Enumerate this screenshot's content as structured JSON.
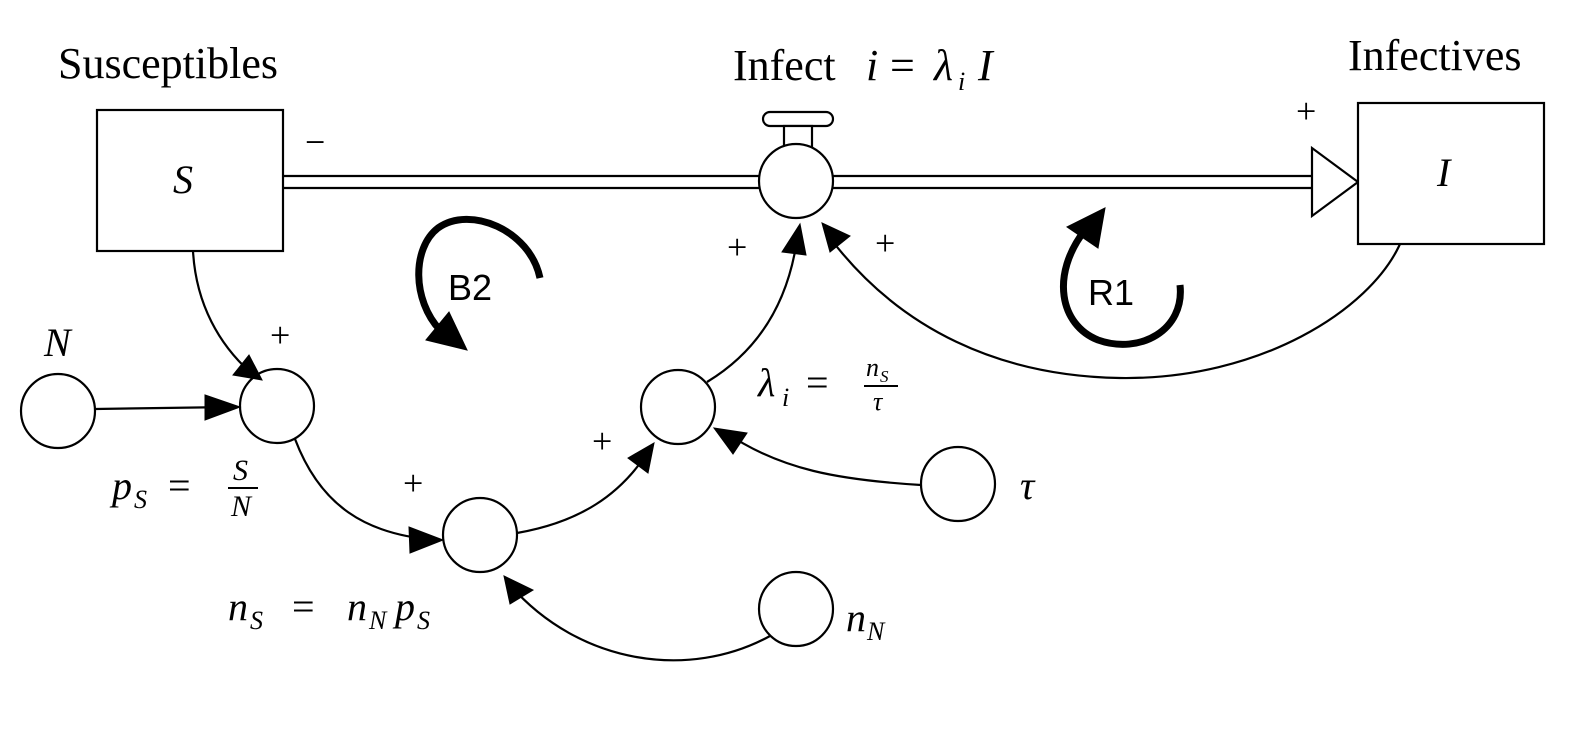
{
  "stocks": {
    "susceptibles": {
      "title": "Susceptibles",
      "symbol": "S"
    },
    "infectives": {
      "title": "Infectives",
      "symbol": "I"
    }
  },
  "flow": {
    "label_word": "Infect",
    "label_var": "i",
    "label_eq": "=",
    "label_lambda": "λ",
    "label_lambda_sub": "i",
    "label_I": "I"
  },
  "variables": {
    "N": {
      "symbol": "N"
    },
    "tau": {
      "symbol": "τ"
    },
    "nN": {
      "symbol": "n",
      "sub": "N"
    },
    "pS": {
      "lhs": "p",
      "lhs_sub": "S",
      "eq": "=",
      "num": "S",
      "den": "N"
    },
    "nS": {
      "lhs": "n",
      "lhs_sub": "S",
      "eq": "=",
      "r1": "n",
      "r1_sub": "N",
      "r2": "p",
      "r2_sub": "S"
    },
    "lambda": {
      "lhs": "λ",
      "lhs_sub": "i",
      "eq": "=",
      "num": "n",
      "num_sub": "S",
      "den": "τ"
    }
  },
  "loops": {
    "balancing": {
      "label": "B2"
    },
    "reinforcing": {
      "label": "R1"
    }
  },
  "polarities": {
    "s_flow": "−",
    "flow_i": "+",
    "s_ps": "+",
    "ps_ns": "+",
    "ns_lambda": "+",
    "lambda_flow": "+",
    "i_flow": "+"
  },
  "colors": {
    "ink": "#000000",
    "background": "#ffffff"
  }
}
